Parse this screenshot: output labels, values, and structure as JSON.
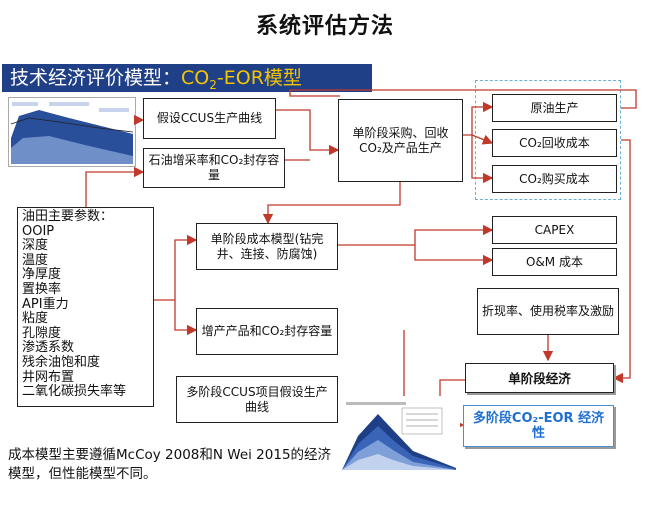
{
  "title": "系统评估方法",
  "subtitle": {
    "prefix": "技术经济评价模型：",
    "highlight_a": "CO",
    "highlight_sub": "2",
    "highlight_b": "-EOR模型"
  },
  "boxes": {
    "assume_curve": "假设CCUS生产曲线",
    "oil_rate": "石油增采率和CO₂封存容量",
    "single_stage": "单阶段采购、回收CO₂及产品生产",
    "cost_model": "单阶段成本模型(钻完井、连接、防腐蚀)",
    "incremental": "增产产品和CO₂封存容量",
    "multi_curve": "多阶段CCUS项目假设生产曲线",
    "crude": "原油生产",
    "co2_recovery": "CO₂回收成本",
    "co2_purchase": "CO₂购买成本",
    "capex": "CAPEX",
    "om": "O&M 成本",
    "discount": "折现率、使用税率及激励",
    "single_econ": "单阶段经济",
    "multi_econ": "多阶段CO₂-EOR 经济性"
  },
  "params": {
    "items": [
      "油田主要参数：",
      "OOIP",
      "深度",
      "温度",
      "净厚度",
      "置换率",
      "API重力",
      "粘度",
      "孔隙度",
      "渗透系数",
      "残余油饱和度",
      "井网布置",
      "二氧化碳损失率等"
    ]
  },
  "note": "成本模型主要遵循McCoy 2008和N Wei 2015的经济模型，但性能模型不同。",
  "colors": {
    "subbar_bg": "#1f3f86",
    "highlight": "#f5c400",
    "arrow": "#c0392b",
    "dashed": "#6fb0d6",
    "multi_text": "#1f6fd1"
  }
}
